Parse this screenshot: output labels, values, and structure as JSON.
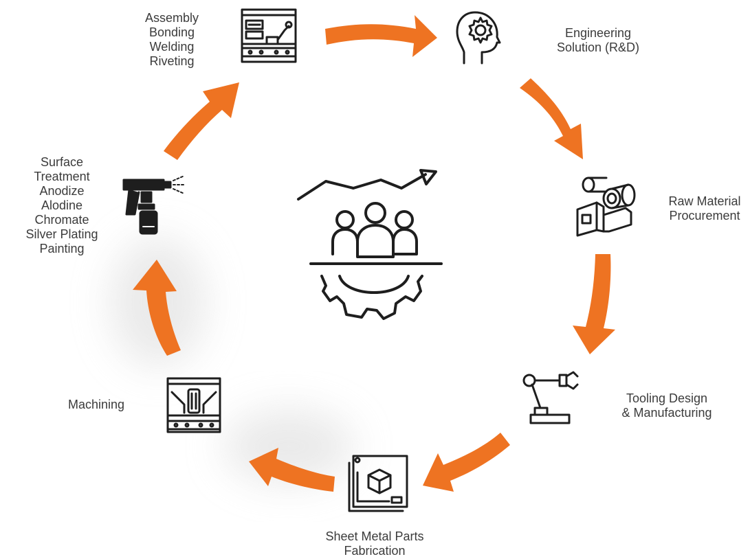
{
  "accent_color": "#ee7322",
  "icon_color": "#1e1e1e",
  "steps": [
    {
      "label": "Engineering\nSolution (R&D)",
      "icon": "head-gear-icon"
    },
    {
      "label": "Raw Material\nProcurement",
      "icon": "raw-material-icon"
    },
    {
      "label": "Tooling Design\n& Manufacturing",
      "icon": "robot-arm-icon"
    },
    {
      "label": "Sheet Metal Parts\nFabrication",
      "icon": "cad-cube-icon"
    },
    {
      "label": "Machining",
      "icon": "machining-press-icon"
    },
    {
      "label": "Surface\nTreatment\nAnodize\nAlodine\nChromate\nSilver Plating\nPainting",
      "icon": "spray-gun-icon"
    },
    {
      "label": "Assembly\nBonding\nWelding\nRiveting",
      "icon": "assembly-machine-icon"
    }
  ],
  "center_icon": "team-growth-gear-icon"
}
